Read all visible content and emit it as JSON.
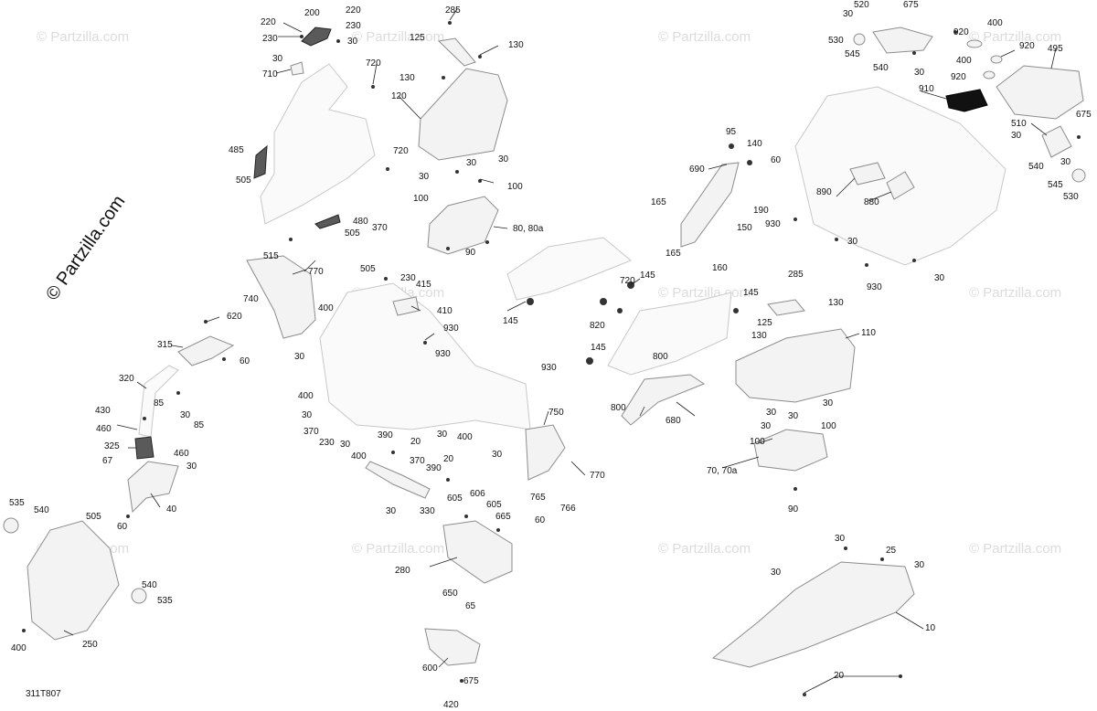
{
  "brand": "© Partzilla.com",
  "watermark": "© Partzilla.com",
  "reference_code": "311T807",
  "callouts": [
    "10",
    "20",
    "25",
    "30",
    "40",
    "60",
    "65",
    "67",
    "70, 70a",
    "80, 80a",
    "85",
    "90",
    "95",
    "100",
    "110",
    "120",
    "125",
    "130",
    "140",
    "145",
    "150",
    "160",
    "165",
    "190",
    "200",
    "220",
    "230",
    "250",
    "280",
    "285",
    "315",
    "320",
    "325",
    "330",
    "370",
    "390",
    "400",
    "410",
    "415",
    "420",
    "430",
    "460",
    "480",
    "485",
    "495",
    "505",
    "510",
    "515",
    "520",
    "530",
    "535",
    "540",
    "545",
    "600",
    "605",
    "606",
    "620",
    "650",
    "665",
    "675",
    "680",
    "690",
    "710",
    "720",
    "740",
    "750",
    "765",
    "766",
    "770",
    "800",
    "820",
    "880",
    "890",
    "910",
    "920",
    "930"
  ]
}
